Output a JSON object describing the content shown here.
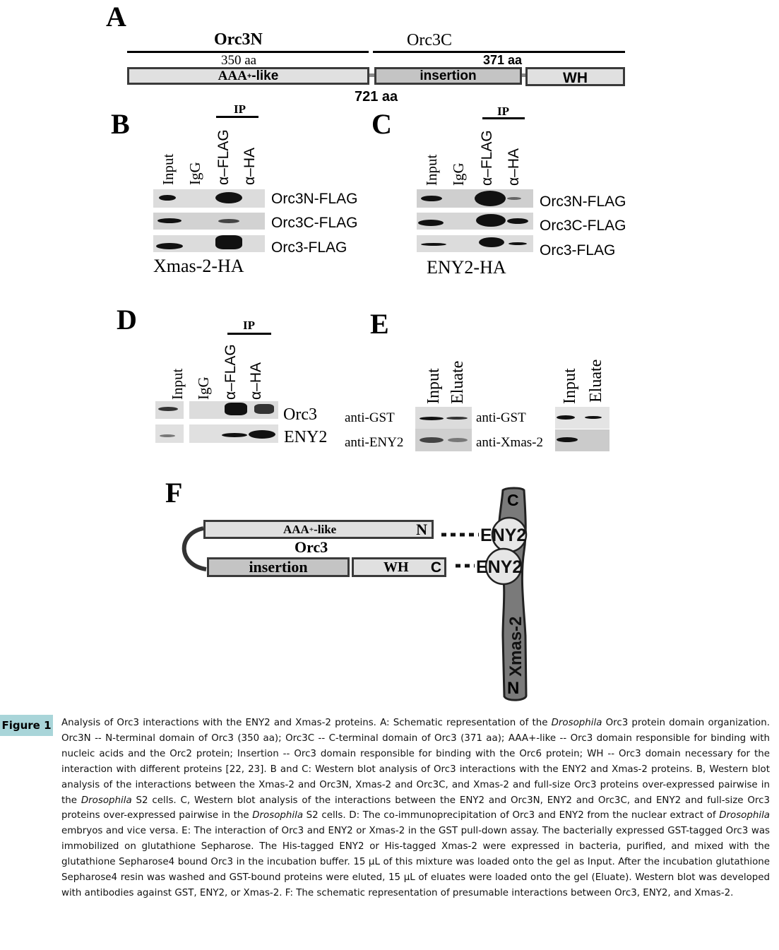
{
  "panels": {
    "A": {
      "letter": "A",
      "orc3n_label": "Orc3N",
      "orc3c_label": "Orc3C",
      "orc3n_length": "350 aa",
      "orc3c_length": "371 aa",
      "domains": [
        {
          "name": "AAA+-like",
          "base": "AAA",
          "sup": "+",
          "suffix": "-like"
        },
        {
          "name": "insertion"
        },
        {
          "name": "WH"
        }
      ],
      "total_length": "721 aa"
    },
    "B": {
      "letter": "B",
      "ip_label": "IP",
      "lanes": [
        "Input",
        "IgG",
        "α–FLAG",
        "α–HA"
      ],
      "rows": [
        "Orc3N-FLAG",
        "Orc3C-FLAG",
        "Orc3-FLAG"
      ],
      "bait": "Xmas-2-HA"
    },
    "C": {
      "letter": "C",
      "ip_label": "IP",
      "lanes": [
        "Input",
        "IgG",
        "α–FLAG",
        "α–HA"
      ],
      "rows": [
        "Orc3N-FLAG",
        "Orc3C-FLAG",
        "Orc3-FLAG"
      ],
      "bait": "ENY2-HA"
    },
    "D": {
      "letter": "D",
      "ip_label": "IP",
      "lanes": [
        "Input",
        "IgG",
        "α–FLAG",
        "α–HA"
      ],
      "rows": [
        "Orc3",
        "ENY2"
      ]
    },
    "E": {
      "letter": "E",
      "lanes": [
        "Input",
        "Eluate"
      ],
      "left_rows": [
        "anti-GST",
        "anti-ENY2"
      ],
      "right_rows": [
        "anti-GST",
        "anti-Xmas-2"
      ]
    },
    "F": {
      "letter": "F",
      "aaa_base": "AAA",
      "aaa_sup": "+",
      "aaa_suffix": "-like",
      "n_term": "N",
      "orc3": "Orc3",
      "insertion": "insertion",
      "wh": "WH",
      "c_term": "C",
      "eny2_top": "ENY2",
      "eny2_bottom": "ENY2",
      "xmas_label": "Xmas-2",
      "xmas_c": "C",
      "xmas_n": "N"
    }
  },
  "caption": {
    "tag": "Figure 1",
    "segments": [
      {
        "t": "Analysis of Orc3 interactions with the ENY2 and Xmas-2 proteins. A: Schematic representation of the "
      },
      {
        "t": "Drosophila",
        "i": true
      },
      {
        "t": " Orc3 protein domain organization. Orc3N -- N-terminal domain of Orc3 (350 aa); Orc3C -- C-terminal domain of Orc3 (371 aa); AAA+-like -- Orc3 domain responsible for binding with nucleic acids and the Orc2 protein; Insertion -- Orc3 domain responsible for binding with the Orc6 protein; WH -- Orc3 domain necessary for the interaction with different proteins [22, 23]. B and C: Western blot analysis of Orc3 interactions with the ENY2 and Xmas-2 proteins. B, Western blot analysis of the interactions between the Xmas-2 and Orc3N, Xmas-2 and Orc3C, and Xmas-2 and full-size Orc3 proteins over-expressed pairwise in the "
      },
      {
        "t": "Drosophila",
        "i": true
      },
      {
        "t": " S2 cells. C, Western blot analysis of the interactions between the ENY2 and Orc3N, ENY2 and Orc3C, and ENY2 and full-size Orc3 proteins over-expressed pairwise in the "
      },
      {
        "t": "Drosophila",
        "i": true
      },
      {
        "t": " S2 cells. D: The co-immunoprecipitation of Orc3 and ENY2 from the nuclear extract of "
      },
      {
        "t": "Drosophila",
        "i": true
      },
      {
        "t": " embryos and vice versa. E: The interaction of Orc3  and ENY2 or Xmas-2 in the GST pull-down assay. The bacterially expressed GST-tagged Orc3  was immobilized on glutathione Sepharose. The His-tagged ENY2 or His-tagged Xmas-2 were expressed in bacteria, purified, and mixed with the glutathione Sepharose4 bound Orc3  in the incubation buffer. 15 µL of this mixture was loaded onto the gel as Input. After the incubation glutathione Sepharose4 resin was washed and GST-bound proteins were eluted, 15 µL of eluates were loaded onto the gel (Eluate). Western blot was developed with antibodies against GST, ENY2, or Xmas-2. F: The schematic representation of presumable interactions between Orc3, ENY2, and Xmas-2."
      }
    ]
  },
  "colors": {
    "caption_tag_bg": "#a9d5d9",
    "domain_light": "#e0e0e0",
    "domain_mid": "#c4c4c4",
    "xmas_fill": "#7a7a7a",
    "eny2_fill": "#e6e6e6"
  }
}
